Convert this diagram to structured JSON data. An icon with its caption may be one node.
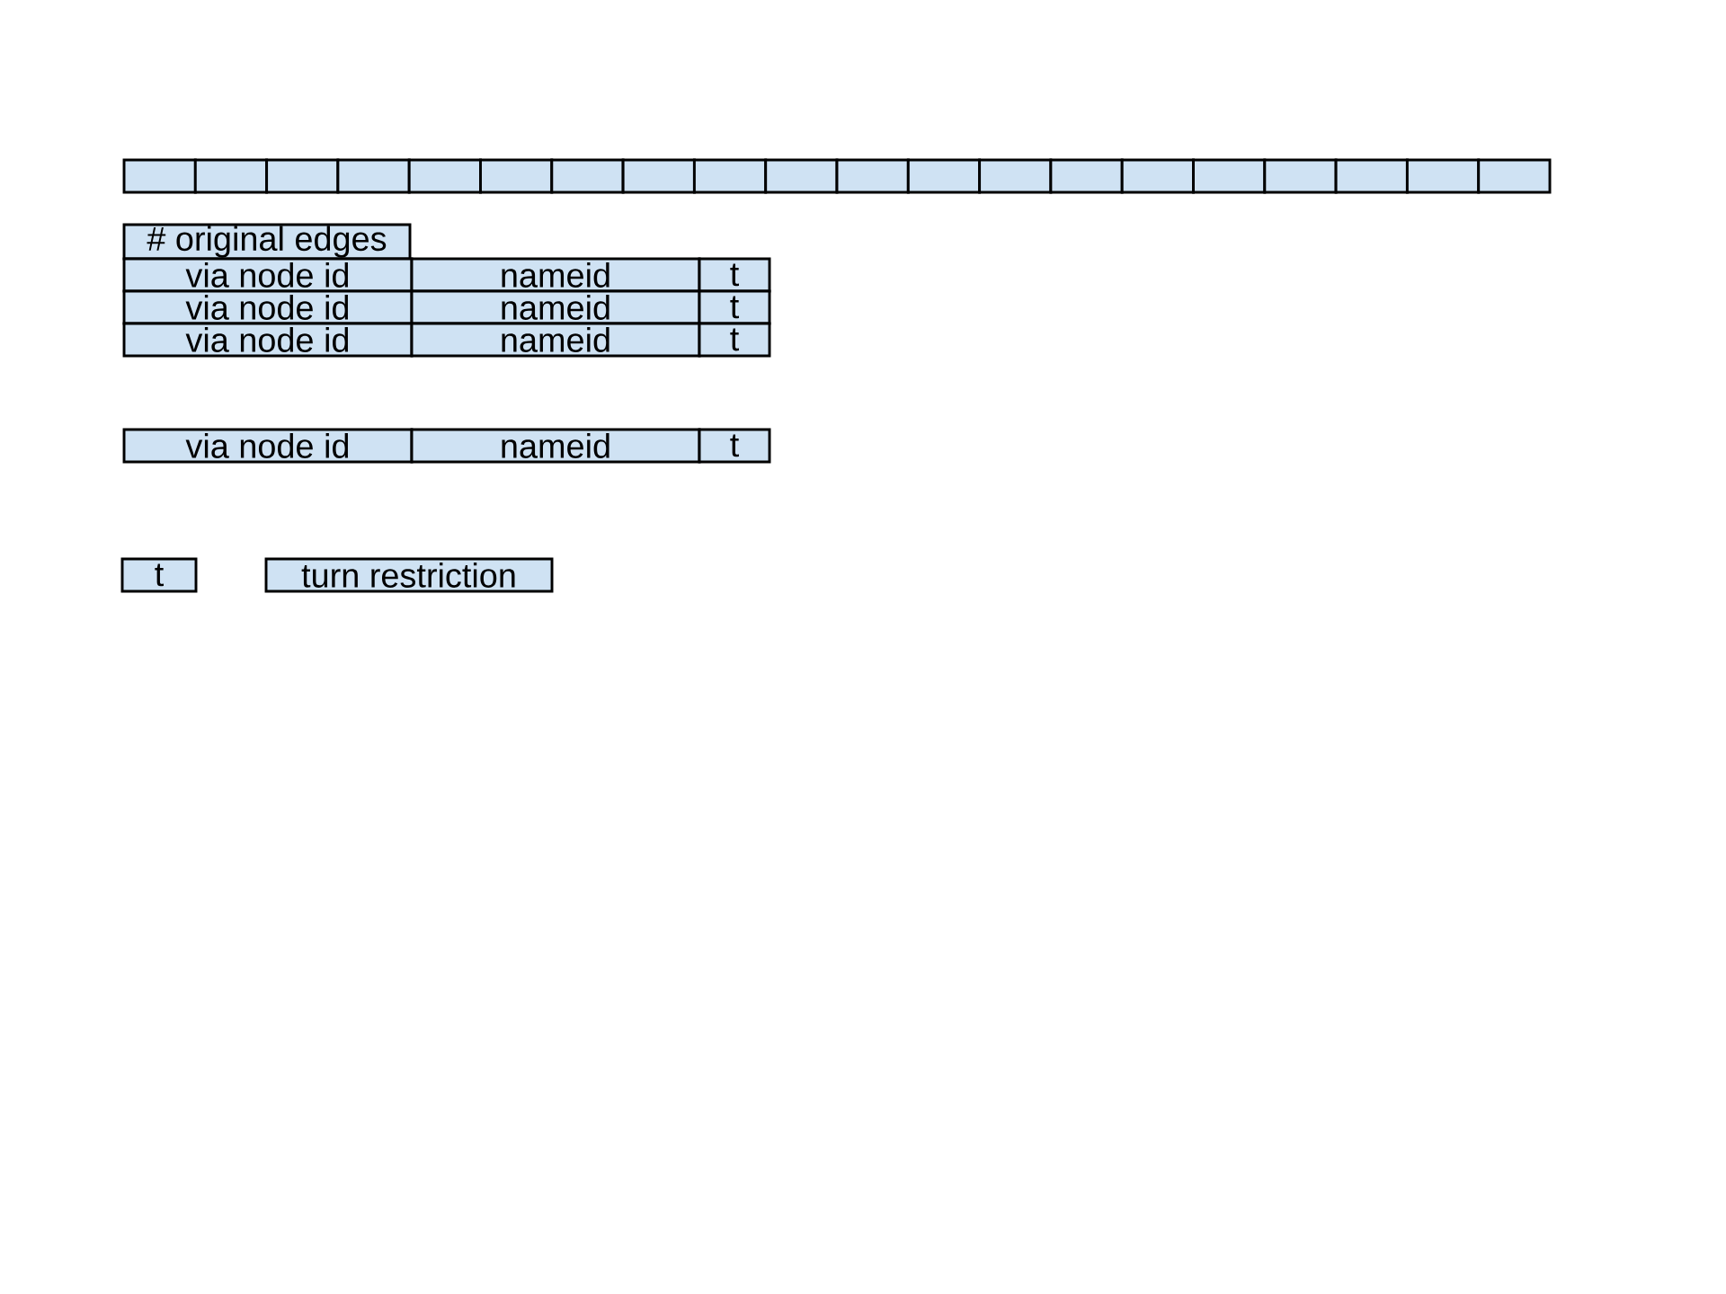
{
  "diagram": {
    "nodes": [
      {
        "text": [],
        "shape": "box"
      },
      {
        "text": [],
        "shape": "box"
      },
      {
        "text": [],
        "shape": "box"
      },
      {
        "text": [],
        "shape": "box"
      },
      {
        "text": [],
        "shape": "box"
      },
      {
        "text": [],
        "shape": "box"
      },
      {
        "text": [],
        "shape": "box"
      },
      {
        "text": [],
        "shape": "box"
      },
      {
        "text": [],
        "shape": "box"
      },
      {
        "text": [],
        "shape": "box"
      },
      {
        "text": [],
        "shape": "box"
      },
      {
        "text": [],
        "shape": "box"
      },
      {
        "text": [],
        "shape": "box"
      },
      {
        "text": [],
        "shape": "box"
      },
      {
        "text": [],
        "shape": "box"
      },
      {
        "text": [],
        "shape": "box"
      },
      {
        "text": [],
        "shape": "box"
      },
      {
        "text": [],
        "shape": "box"
      },
      {
        "text": [],
        "shape": "box"
      },
      {
        "text": [],
        "shape": "box"
      },
      {
        "text": [
          "# original edges"
        ]
      },
      {
        "text": [
          "via node id"
        ]
      },
      {
        "text": [
          "nameid"
        ]
      },
      {
        "text": [
          "t"
        ]
      },
      {
        "text": [
          "via node id"
        ]
      },
      {
        "text": [
          "nameid"
        ]
      },
      {
        "text": [
          "t"
        ]
      },
      {
        "text": [
          "via node id"
        ]
      },
      {
        "text": [
          "nameid"
        ]
      },
      {
        "text": [
          "t"
        ]
      },
      {
        "text": [
          "via node id"
        ]
      },
      {
        "text": [
          "nameid"
        ]
      },
      {
        "text": [
          "t"
        ]
      },
      {
        "text": [
          "t"
        ]
      },
      {
        "text": [
          "turn restriction"
        ]
      }
    ]
  }
}
